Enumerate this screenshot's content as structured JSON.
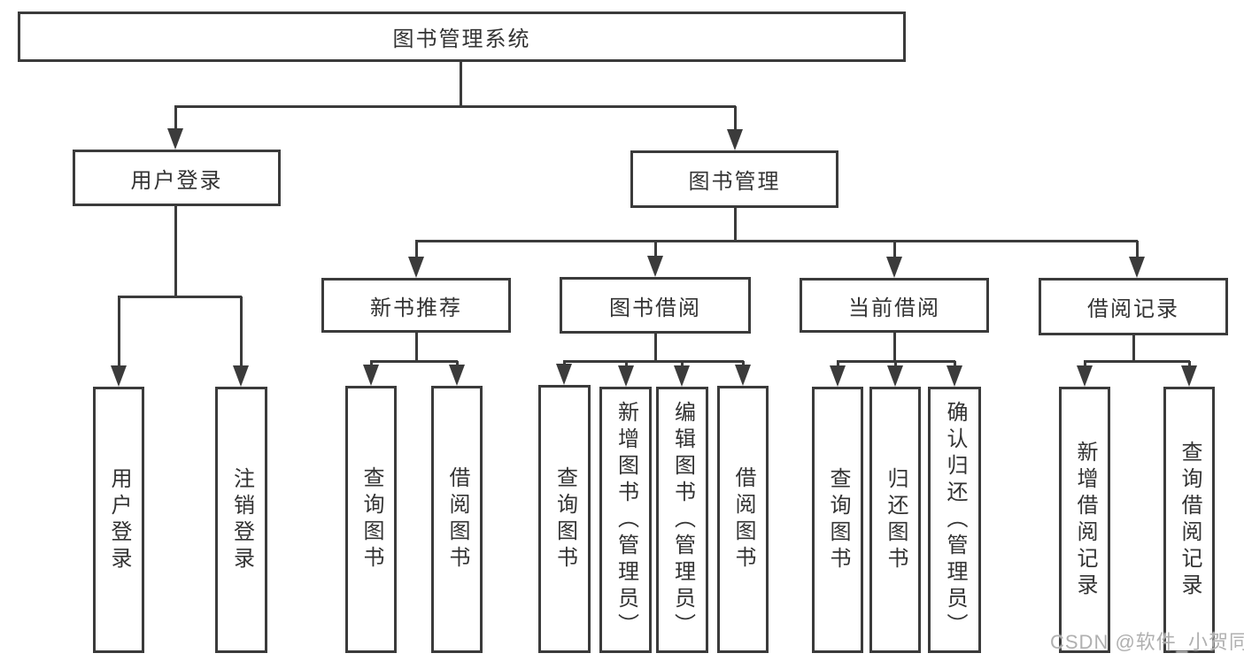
{
  "diagram": {
    "title": "图书管理系统",
    "watermark": "CSDN @软件_小贺同学",
    "nodes": [
      {
        "id": "root",
        "label": "图书管理系统",
        "orient": "h"
      },
      {
        "id": "user-login",
        "label": "用户登录",
        "orient": "h"
      },
      {
        "id": "book-mgmt",
        "label": "图书管理",
        "orient": "h"
      },
      {
        "id": "new-book-rec",
        "label": "新书推荐",
        "orient": "h"
      },
      {
        "id": "book-borrow",
        "label": "图书借阅",
        "orient": "h"
      },
      {
        "id": "current-borrow",
        "label": "当前借阅",
        "orient": "h"
      },
      {
        "id": "borrow-records",
        "label": "借阅记录",
        "orient": "h"
      },
      {
        "id": "login",
        "label": "用户登录",
        "orient": "v"
      },
      {
        "id": "logout",
        "label": "注销登录",
        "orient": "v"
      },
      {
        "id": "nbr-query-books",
        "label": "查询图书",
        "orient": "v"
      },
      {
        "id": "nbr-borrow-books",
        "label": "借阅图书",
        "orient": "v"
      },
      {
        "id": "bb-query-books",
        "label": "查询图书",
        "orient": "v"
      },
      {
        "id": "bb-add-books",
        "label": "新增图书（管理员）",
        "orient": "v"
      },
      {
        "id": "bb-edit-books",
        "label": "编辑图书（管理员）",
        "orient": "v"
      },
      {
        "id": "bb-borrow-books",
        "label": "借阅图书",
        "orient": "v"
      },
      {
        "id": "cb-query-books",
        "label": "查询图书",
        "orient": "v"
      },
      {
        "id": "cb-return-books",
        "label": "归还图书",
        "orient": "v"
      },
      {
        "id": "cb-confirm-return",
        "label": "确认归还（管理员）",
        "orient": "v"
      },
      {
        "id": "br-add-record",
        "label": "新增借阅记录",
        "orient": "v"
      },
      {
        "id": "br-query-record",
        "label": "查询借阅记录",
        "orient": "v"
      }
    ],
    "edges": [
      {
        "from": "root",
        "to": "user-login"
      },
      {
        "from": "root",
        "to": "book-mgmt"
      },
      {
        "from": "user-login",
        "to": "login"
      },
      {
        "from": "user-login",
        "to": "logout"
      },
      {
        "from": "book-mgmt",
        "to": "new-book-rec"
      },
      {
        "from": "book-mgmt",
        "to": "book-borrow"
      },
      {
        "from": "book-mgmt",
        "to": "current-borrow"
      },
      {
        "from": "book-mgmt",
        "to": "borrow-records"
      },
      {
        "from": "new-book-rec",
        "to": "nbr-query-books"
      },
      {
        "from": "new-book-rec",
        "to": "nbr-borrow-books"
      },
      {
        "from": "book-borrow",
        "to": "bb-query-books"
      },
      {
        "from": "book-borrow",
        "to": "bb-add-books"
      },
      {
        "from": "book-borrow",
        "to": "bb-edit-books"
      },
      {
        "from": "book-borrow",
        "to": "bb-borrow-books"
      },
      {
        "from": "current-borrow",
        "to": "cb-query-books"
      },
      {
        "from": "current-borrow",
        "to": "cb-return-books"
      },
      {
        "from": "current-borrow",
        "to": "cb-confirm-return"
      },
      {
        "from": "borrow-records",
        "to": "br-add-record"
      },
      {
        "from": "borrow-records",
        "to": "br-query-record"
      }
    ]
  }
}
